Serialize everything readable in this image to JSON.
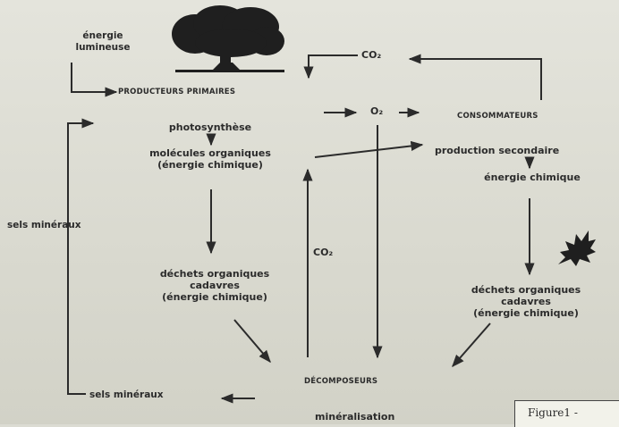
{
  "labels": {
    "energie_lumineuse": [
      "énergie",
      "lumineuse"
    ],
    "co2_top": "CO₂",
    "producteurs": "PRODUCTEURS PRIMAIRES",
    "o2": "O₂",
    "consommateurs": "CONSOMMATEURS",
    "photosynthese": "photosynthèse",
    "molecules": [
      "molécules organiques",
      "(énergie chimique)"
    ],
    "production_secondaire": "production secondaire",
    "energie_chimique": "énergie chimique",
    "sels_mineraux_left": "sels minéraux",
    "co2_mid": "CO₂",
    "dechets_left": [
      "déchets organiques",
      "cadavres",
      "(énergie chimique)"
    ],
    "dechets_right": [
      "déchets organiques",
      "cadavres",
      "(énergie chimique)"
    ],
    "decomposeurs": "DÉCOMPOSEURS",
    "sels_mineraux_bottom": "sels minéraux",
    "mineralisation": "minéralisation",
    "figure": "Figure1 -"
  },
  "colors": {
    "ink": "#2b2b2b",
    "tree": "#1f1f1f",
    "leaf": "#1f1f1f",
    "background": "#dcdcd3"
  },
  "icons": [
    "tree-icon",
    "leaf-icon"
  ]
}
